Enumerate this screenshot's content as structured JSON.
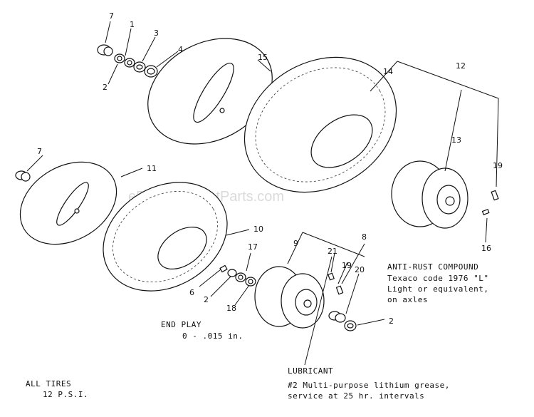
{
  "watermark": "eReplacementParts.com",
  "callouts": {
    "c7a": "7",
    "c1": "1",
    "c3": "3",
    "c4": "4",
    "c2a": "2",
    "c15": "15",
    "c14": "14",
    "c12": "12",
    "c13": "13",
    "c19a": "19",
    "c7b": "7",
    "c11": "11",
    "c16": "16",
    "c10": "10",
    "c8": "8",
    "c9": "9",
    "c17": "17",
    "c21": "21",
    "c19b": "19",
    "c20": "20",
    "c6": "6",
    "c2b": "2",
    "c18": "18",
    "c2c": "2"
  },
  "notes": {
    "antirust_title": "ANTI-RUST COMPOUND",
    "antirust_line1": "Texaco code 1976 \"L\"",
    "antirust_line2": "Light or equivalent,",
    "antirust_line3": "on axles",
    "endplay_title": "END PLAY",
    "endplay_value": "0 - .015 in.",
    "tires_title": "ALL TIRES",
    "tires_value": "12 P.S.I.",
    "lubricant_title": "LUBRICANT",
    "lubricant_line1": "#2 Multi-purpose lithium grease,",
    "lubricant_line2": "service at 25 hr. intervals"
  }
}
